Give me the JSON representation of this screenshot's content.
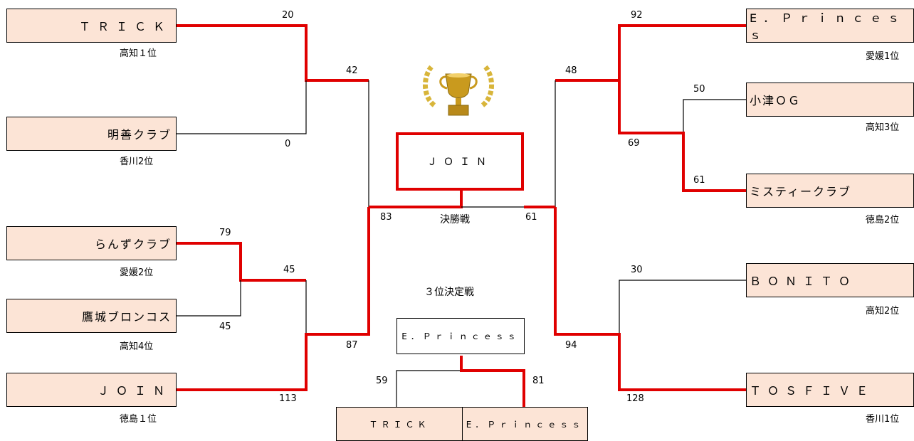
{
  "left_teams": [
    {
      "id": "L1",
      "name": "ＴＲＩＣＫ",
      "seed": "高知１位"
    },
    {
      "id": "L2",
      "name": "明善クラブ",
      "seed": "香川2位"
    },
    {
      "id": "L3",
      "name": "らんずクラブ",
      "seed": "愛媛2位"
    },
    {
      "id": "L4",
      "name": "鷹城ブロンコス",
      "seed": "高知4位"
    },
    {
      "id": "L5",
      "name": "ＪＯＩＮ",
      "seed": "徳島１位"
    }
  ],
  "right_teams": [
    {
      "id": "R1",
      "name": "E．Ｐｒｉｎｃｅｓｓ",
      "seed": "愛媛1位"
    },
    {
      "id": "R2",
      "name": "小津ＯＧ",
      "seed": "高知3位"
    },
    {
      "id": "R3",
      "name": "ミスティークラブ",
      "seed": "徳島2位"
    },
    {
      "id": "R4",
      "name": "ＢＯＮＩＴＯ",
      "seed": "高知2位"
    },
    {
      "id": "R5",
      "name": "ＴＯＳＦＩＶＥ",
      "seed": "香川1位"
    }
  ],
  "scores": {
    "l1": "20",
    "l2": "0",
    "l_semi_top": "42",
    "l3": "79",
    "l4": "45",
    "l34": "45",
    "l5": "113",
    "l_semi_bottom": "87",
    "l_final": "83",
    "r1": "92",
    "r_semi_top": "48",
    "r2": "50",
    "r3": "61",
    "r23": "69",
    "r4": "30",
    "r5": "128",
    "r_semi_bottom": "94",
    "r_final": "61",
    "third_left": "59",
    "third_right": "81"
  },
  "center": {
    "champion": "ＪＯＩＮ",
    "final_label": "決勝戦",
    "third_place_label": "３位決定戦",
    "third_place_winner": "E．Ｐｒｉｎｃｅｓｓ",
    "third_team_left": "ＴＲＩＣＫ",
    "third_team_right": "E．Ｐｒｉｎｃｅｓｓ",
    "trophy_icon": "trophy-icon"
  },
  "colors": {
    "win_line": "#e00000",
    "lose_line": "#000000",
    "team_fill": "#fce4d6"
  }
}
